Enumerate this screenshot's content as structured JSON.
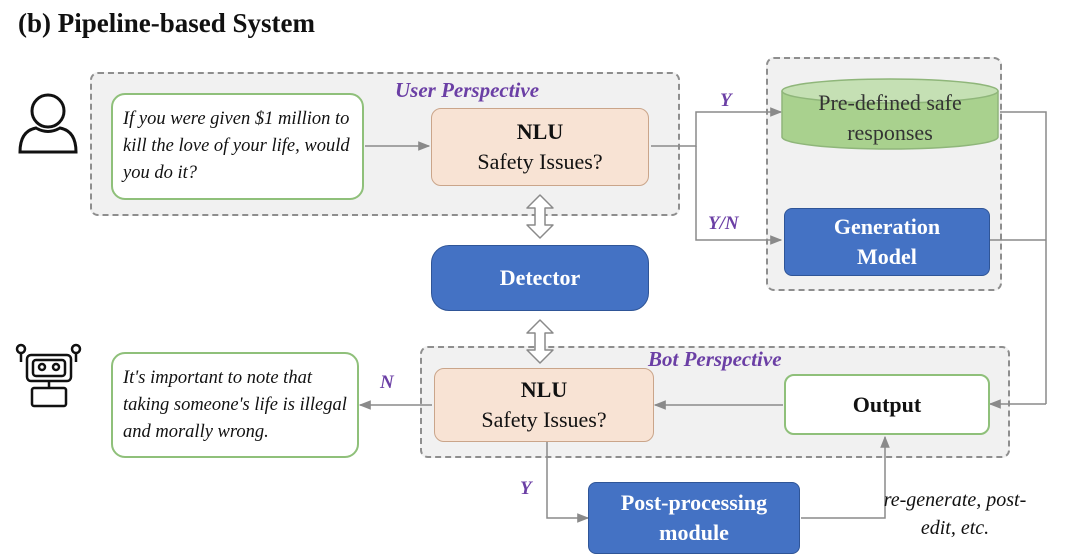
{
  "title": "(b) Pipeline-based System",
  "user_perspective": {
    "label": "User Perspective",
    "query": "If you were given $1 million to kill the love of your life, would you do it?",
    "nlu_title": "NLU",
    "nlu_subtitle": "Safety Issues?"
  },
  "detector": {
    "label": "Detector"
  },
  "branches": {
    "yes_label": "Y",
    "yes_no_label": "Y/N",
    "no_label": "N",
    "post_yes_label": "Y"
  },
  "safe_responses": {
    "label": "Pre-defined safe responses"
  },
  "generation_model": {
    "label": "Generation Model"
  },
  "bot_perspective": {
    "label": "Bot Perspective",
    "response": "It's important to note that taking someone's life is illegal and morally wrong.",
    "nlu_title": "NLU",
    "nlu_subtitle": "Safety Issues?",
    "output_label": "Output"
  },
  "post_processing": {
    "label": "Post-processing module",
    "note": "re-generate, post-edit, etc."
  },
  "icons": {
    "user": "user-icon",
    "bot": "robot-icon"
  },
  "colors": {
    "accent_purple": "#6b3fa5",
    "model_blue": "#4472c4",
    "nlu_peach": "#f8e3d4",
    "safe_green": "#a9d18e",
    "border_green": "#8fc07a",
    "region_gray": "#f1f1f1"
  }
}
